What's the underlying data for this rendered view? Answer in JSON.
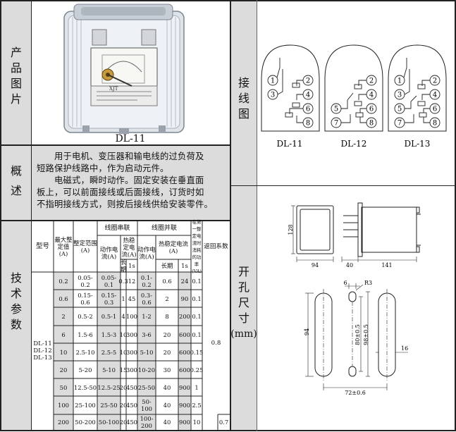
{
  "sections": {
    "photo_label": [
      "产",
      "品",
      "图",
      "片"
    ],
    "overview_label": [
      "概",
      "述"
    ],
    "params_label": [
      "技",
      "术",
      "参",
      "数"
    ],
    "wiring_label": [
      "接",
      "线",
      "图"
    ],
    "cutout_label": [
      "开",
      "孔",
      "尺",
      "寸"
    ],
    "cutout_unit": "(mm)"
  },
  "product": {
    "caption": "DL-11",
    "face_brand": "XJT"
  },
  "overview": {
    "lines": [
      "　　用于电机、变压器和输电线的过负荷及",
      "短路保护线路中，作为启动元件。",
      "　　电磁式，瞬时动作。固定安装在垂直面",
      "板上，可以前面接线或后面接线，订货时如",
      "不指明接线方式，则按后接线供给安装零件。"
    ]
  },
  "table": {
    "h_model": "型号",
    "h_max": "最大整定值(A)",
    "h_range": "整定范围(A)",
    "h_series": "线圈串联",
    "h_parallel": "线圈并联",
    "h_action": "动作电流(A)",
    "h_thermal": "热稳定电流(A)",
    "h_long": "长期",
    "h_1s": "1s",
    "h_power": "在第一整定电流时消耗的功率(VA)",
    "h_return": "返回系数",
    "models": "DL-11\nDL-12\nDL-13",
    "return_main": "0.8",
    "rows": [
      [
        "0.2",
        "0.05-0.2",
        "0.05-0.1",
        "0.3",
        "12",
        "0.1-0.2",
        "0.6",
        "24",
        "0.1",
        ""
      ],
      [
        "0.6",
        "0.15-0.6",
        "0.15-0.3",
        "1",
        "45",
        "0.3-0.6",
        "2",
        "90",
        "0.1",
        ""
      ],
      [
        "2",
        "0.5-2",
        "0.5-1",
        "4",
        "100",
        "1-2",
        "8",
        "200",
        "0.1",
        ""
      ],
      [
        "6",
        "1.5-6",
        "1.5-3",
        "10",
        "300",
        "3-6",
        "20",
        "600",
        "0.1",
        ""
      ],
      [
        "10",
        "2.5-10",
        "2.5-5",
        "10",
        "300",
        "5-10",
        "20",
        "600",
        "0.15",
        ""
      ],
      [
        "20",
        "5-20",
        "5-10",
        "15",
        "300",
        "10-20",
        "30",
        "600",
        "0.25",
        ""
      ],
      [
        "50",
        "12.5-50",
        "12.5-25",
        "20",
        "450",
        "25-50",
        "40",
        "900",
        "1",
        ""
      ],
      [
        "100",
        "25-100",
        "25-50",
        "20",
        "450",
        "50-100",
        "40",
        "900",
        "2.5",
        ""
      ],
      [
        "200",
        "50-200",
        "50-100",
        "20",
        "450",
        "100-200",
        "40",
        "900",
        "10",
        "0.7"
      ]
    ]
  },
  "wiring": {
    "captions": [
      "DL-11",
      "DL-12",
      "DL-13"
    ],
    "dl11_terminals": [
      "1",
      "2",
      "3",
      "4",
      "6",
      "8"
    ],
    "dl12_terminals": [
      "2",
      "4",
      "5",
      "6",
      "7",
      "8"
    ],
    "dl13_terminals": [
      "1",
      "2",
      "3",
      "4",
      "5",
      "6",
      "7",
      "8"
    ]
  },
  "dims": {
    "height": "128",
    "width": "94",
    "side_a": "40",
    "side_b": "141",
    "slot_h": "94",
    "slot_inner": "80±0.5",
    "slot_outer": "98±0.5",
    "slot_w": "6",
    "radius": "R3",
    "pitch": "72±0.6",
    "right_w": "16"
  }
}
